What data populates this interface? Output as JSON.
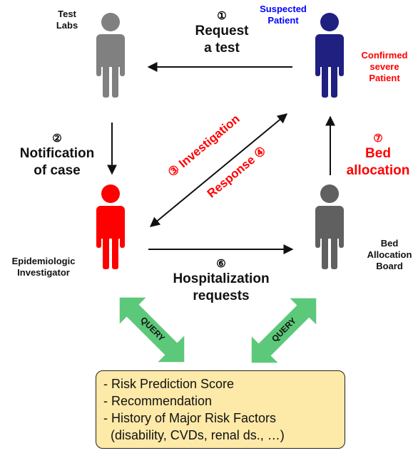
{
  "nodes": {
    "test_labs": {
      "label_line1": "Test",
      "label_line2": "Labs",
      "color": "#808080"
    },
    "suspected_patient": {
      "label_top": "Suspected",
      "label_bottom": "Patient",
      "color": "#1f2080"
    },
    "confirmed_patient": {
      "label_line1": "Confirmed",
      "label_line2": "severe",
      "label_line3": "Patient"
    },
    "epidemiologic_investigator": {
      "label_line1": "Epidemiologic",
      "label_line2": "Investigator",
      "color": "#ff0000"
    },
    "bed_allocation_board": {
      "label_line1": "Bed",
      "label_line2": "Allocation",
      "label_line3": "Board",
      "color": "#606060"
    }
  },
  "steps": {
    "s1": {
      "num": "①",
      "line1": "Request",
      "line2": "a test"
    },
    "s2": {
      "num": "②",
      "line1": "Notification",
      "line2": "of case"
    },
    "s3": {
      "num": "③",
      "text": "Investigation"
    },
    "s4": {
      "num": "④",
      "text": "Response"
    },
    "s6": {
      "num": "⑥",
      "line1": "Hospitalization",
      "line2": "requests"
    },
    "s7": {
      "num": "⑦",
      "line1": "Bed",
      "line2": "allocation"
    }
  },
  "query": {
    "left_label": "QUERY",
    "right_label": "QUERY",
    "color": "#5cc87a"
  },
  "infobox": {
    "lines": [
      "- Risk Prediction Score",
      "- Recommendation",
      "- History of Major Risk Factors",
      "  (disability, CVDs, renal ds., …)"
    ],
    "fill": "#fde9a8"
  },
  "colors": {
    "accent_red": "#ff0000",
    "accent_blue": "#0000ff",
    "arrow": "#111111"
  }
}
